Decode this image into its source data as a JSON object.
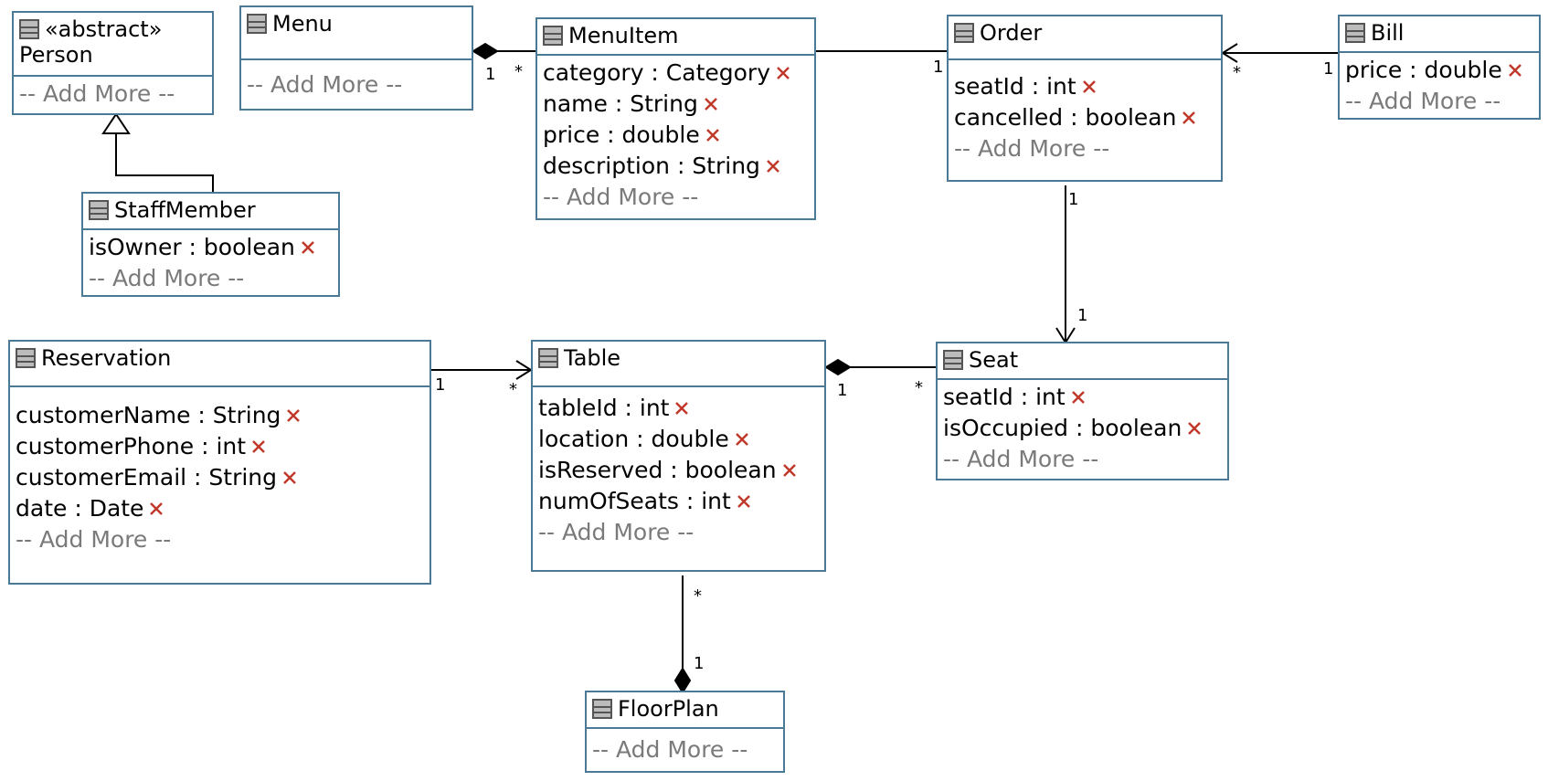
{
  "classes": {
    "person": {
      "stereotype": "«abstract»",
      "name": "Person",
      "add_more": "-- Add More --"
    },
    "menu": {
      "name": "Menu",
      "add_more": "-- Add More --"
    },
    "menuitem": {
      "name": "MenuItem",
      "attributes": [
        "category : Category",
        "name : String",
        "price : double",
        "description : String"
      ],
      "add_more": "-- Add More --"
    },
    "order": {
      "name": "Order",
      "attributes": [
        "seatId : int",
        "cancelled : boolean"
      ],
      "add_more": "-- Add More --"
    },
    "bill": {
      "name": "Bill",
      "attributes": [
        "price : double"
      ],
      "add_more": "-- Add More --"
    },
    "staffmember": {
      "name": "StaffMember",
      "attributes": [
        "isOwner : boolean"
      ],
      "add_more": "-- Add More --"
    },
    "reservation": {
      "name": "Reservation",
      "attributes": [
        "customerName : String",
        "customerPhone : int",
        "customerEmail : String",
        "date : Date"
      ],
      "add_more": "-- Add More --"
    },
    "table": {
      "name": "Table",
      "attributes": [
        "tableId : int",
        "location : double",
        "isReserved : boolean",
        "numOfSeats : int"
      ],
      "add_more": "-- Add More --"
    },
    "seat": {
      "name": "Seat",
      "attributes": [
        "seatId : int",
        "isOccupied : boolean"
      ],
      "add_more": "-- Add More --"
    },
    "floorplan": {
      "name": "FloorPlan",
      "add_more": "-- Add More --"
    }
  },
  "multiplicities": {
    "menu_menuitem_menu": "1",
    "menu_menuitem_item": "*",
    "menuitem_order_item": "*",
    "menuitem_order_order": "1",
    "order_bill_order": "*",
    "order_bill_bill": "1",
    "order_seat_order": "1",
    "order_seat_seat": "1",
    "reservation_table_res": "1",
    "reservation_table_table": "*",
    "table_seat_table": "1",
    "table_seat_seat": "*",
    "table_floorplan_table": "*",
    "table_floorplan_floor": "1"
  },
  "colors": {
    "border": "#4a7a95",
    "delete": "#c0392b",
    "add_more": "#7a7a7a"
  },
  "icons": {
    "class": "class-icon",
    "delete": "delete-x-icon"
  }
}
